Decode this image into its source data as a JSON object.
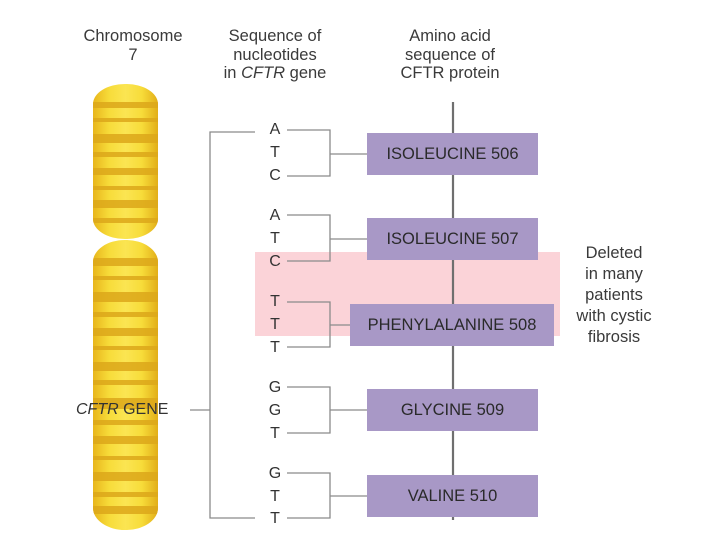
{
  "headers": {
    "chromosome": [
      "Chromosome",
      "7"
    ],
    "sequence": {
      "line1": "Sequence of",
      "line2": "nucleotides",
      "line3_prefix": "in ",
      "line3_italic": "CFTR",
      "line3_suffix": " gene"
    },
    "amino": [
      "Amino acid",
      "sequence of",
      "CFTR protein"
    ]
  },
  "gene_label": {
    "italic": "CFTR",
    "rest": " GENE"
  },
  "codons": [
    {
      "bases": [
        "A",
        "T",
        "C"
      ],
      "amino_acid": "ISOLEUCINE 506"
    },
    {
      "bases": [
        "A",
        "T",
        "C"
      ],
      "amino_acid": "ISOLEUCINE 507"
    },
    {
      "bases": [
        "T",
        "T",
        "T"
      ],
      "amino_acid": "PHENYLALANINE 508"
    },
    {
      "bases": [
        "G",
        "G",
        "T"
      ],
      "amino_acid": "GLYCINE 509"
    },
    {
      "bases": [
        "G",
        "T",
        "T"
      ],
      "amino_acid": "VALINE 510"
    }
  ],
  "deletion_note": [
    "Deleted",
    "in many",
    "patients",
    "with cystic",
    "fibrosis"
  ],
  "colors": {
    "chromosome_yellow": "#f5d634",
    "chromosome_band": "#e9b81e",
    "amino_box": "#a898c6",
    "deletion_highlight": "#fbd3d8",
    "line": "#888888"
  }
}
